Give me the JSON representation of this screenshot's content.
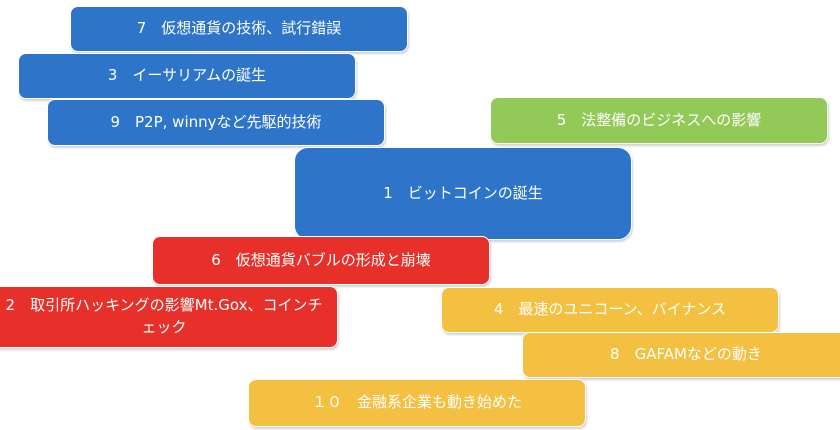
{
  "diagram": {
    "colors": {
      "blue": "#2e75c9",
      "green": "#92c957",
      "red": "#e8302a",
      "yellow": "#f4c042"
    },
    "boxes": [
      {
        "id": "7",
        "label": "7　仮想通貨の技術、試行錯誤",
        "color": "blue"
      },
      {
        "id": "3",
        "label": "3　イーサリアムの誕生",
        "color": "blue"
      },
      {
        "id": "9",
        "label": "9　P2P, winnyなど先駆的技術",
        "color": "blue"
      },
      {
        "id": "5",
        "label": "5　法整備のビジネスへの影響",
        "color": "green"
      },
      {
        "id": "1",
        "label": "1　ビットコインの誕生",
        "color": "blue"
      },
      {
        "id": "6",
        "label": "6　仮想通貨バブルの形成と崩壊",
        "color": "red"
      },
      {
        "id": "2",
        "label": "2　取引所ハッキングの影響Mt.Gox、コインチェック",
        "color": "red"
      },
      {
        "id": "4",
        "label": "4　最速のユニコーン、バイナンス",
        "color": "yellow"
      },
      {
        "id": "8",
        "label": "8　GAFAMなどの動き",
        "color": "yellow"
      },
      {
        "id": "10",
        "label": "１０　金融系企業も動き始めた",
        "color": "yellow"
      }
    ]
  }
}
